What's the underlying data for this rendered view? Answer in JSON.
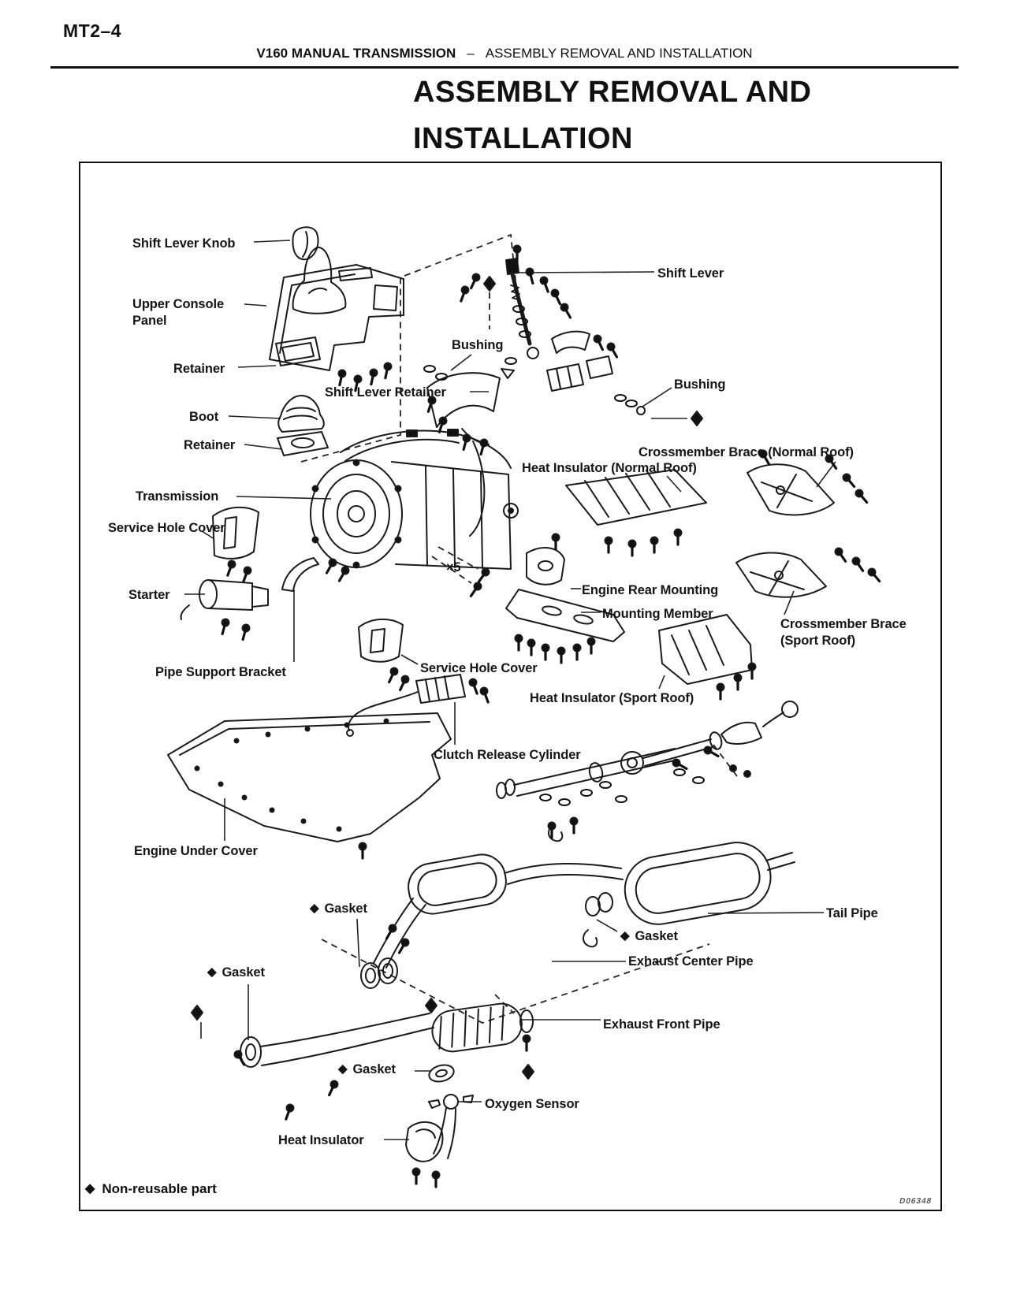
{
  "page": {
    "code": "MT2–4",
    "figure_code": "D06348"
  },
  "header": {
    "section": "V160 MANUAL TRANSMISSION",
    "separator": "–",
    "subsection": "ASSEMBLY REMOVAL AND INSTALLATION"
  },
  "title": {
    "line1": "ASSEMBLY REMOVAL AND",
    "line2": "INSTALLATION"
  },
  "icons": {
    "diamond": "◆"
  },
  "legend": {
    "label": "Non-reusable part"
  },
  "diagram": {
    "callout_multiplier": "×5",
    "labels": [
      {
        "name": "shift-lever-knob",
        "text": "Shift Lever Knob"
      },
      {
        "name": "upper-console-panel",
        "text": "Upper Console Panel"
      },
      {
        "name": "retainer-top",
        "text": "Retainer"
      },
      {
        "name": "shift-lever-retainer",
        "text": "Shift Lever Retainer"
      },
      {
        "name": "boot",
        "text": "Boot"
      },
      {
        "name": "retainer-lower",
        "text": "Retainer"
      },
      {
        "name": "shift-lever",
        "text": "Shift Lever"
      },
      {
        "name": "bushing-left",
        "text": "Bushing"
      },
      {
        "name": "bushing-right",
        "text": "Bushing"
      },
      {
        "name": "crossmember-brace-normal-roof",
        "text": "Crossmember Brace (Normal Roof)"
      },
      {
        "name": "heat-insulator-normal-roof",
        "text": "Heat Insulator (Normal Roof)"
      },
      {
        "name": "transmission",
        "text": "Transmission"
      },
      {
        "name": "service-hole-cover-upper",
        "text": "Service Hole Cover"
      },
      {
        "name": "starter",
        "text": "Starter"
      },
      {
        "name": "engine-rear-mounting",
        "text": "Engine Rear Mounting"
      },
      {
        "name": "mounting-member",
        "text": "Mounting Member"
      },
      {
        "name": "crossmember-brace-sport-roof",
        "text": "Crossmember Brace (Sport Roof)"
      },
      {
        "name": "service-hole-cover-lower",
        "text": "Service Hole Cover"
      },
      {
        "name": "heat-insulator-sport-roof",
        "text": "Heat Insulator (Sport Roof)"
      },
      {
        "name": "pipe-support-bracket",
        "text": "Pipe Support Bracket"
      },
      {
        "name": "clutch-release-cylinder",
        "text": "Clutch Release Cylinder"
      },
      {
        "name": "engine-under-cover",
        "text": "Engine Under Cover"
      },
      {
        "name": "gasket-center-upper",
        "text": "Gasket",
        "diamond": true
      },
      {
        "name": "tail-pipe",
        "text": "Tail Pipe"
      },
      {
        "name": "gasket-center-right",
        "text": "Gasket",
        "diamond": true
      },
      {
        "name": "exhaust-center-pipe",
        "text": "Exhaust Center Pipe"
      },
      {
        "name": "exhaust-front-pipe",
        "text": "Exhaust Front Pipe"
      },
      {
        "name": "gasket-front-left",
        "text": "Gasket",
        "diamond": true
      },
      {
        "name": "gasket-front-lower",
        "text": "Gasket",
        "diamond": true
      },
      {
        "name": "oxygen-sensor",
        "text": "Oxygen Sensor"
      },
      {
        "name": "heat-insulator-exhaust",
        "text": "Heat Insulator"
      }
    ]
  }
}
